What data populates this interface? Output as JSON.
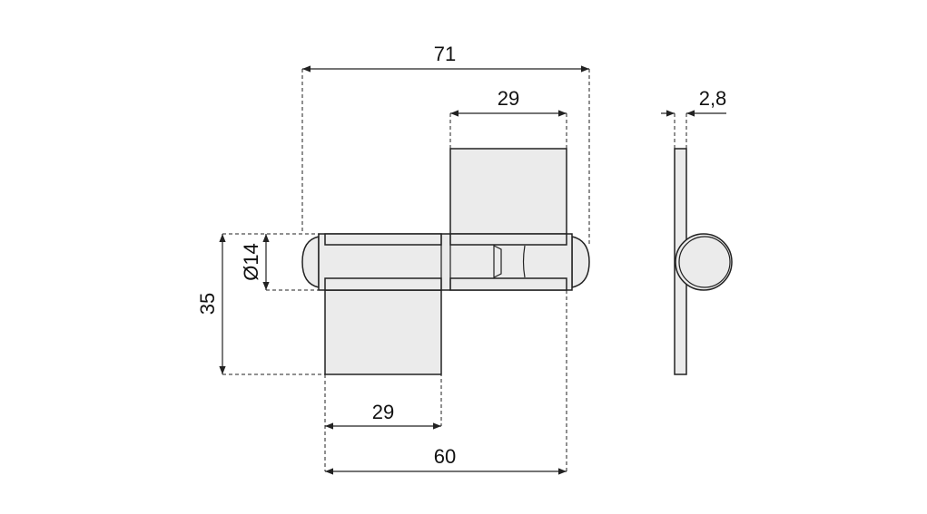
{
  "drawing": {
    "dimensions": {
      "overall_width": "71",
      "top_leaf_width": "29",
      "thickness": "2,8",
      "pin_diameter": "Ø14",
      "height": "35",
      "bottom_leaf_width": "29",
      "leaves_width": "60"
    },
    "colors": {
      "part_fill": "#ebebeb",
      "line": "#222222"
    }
  }
}
